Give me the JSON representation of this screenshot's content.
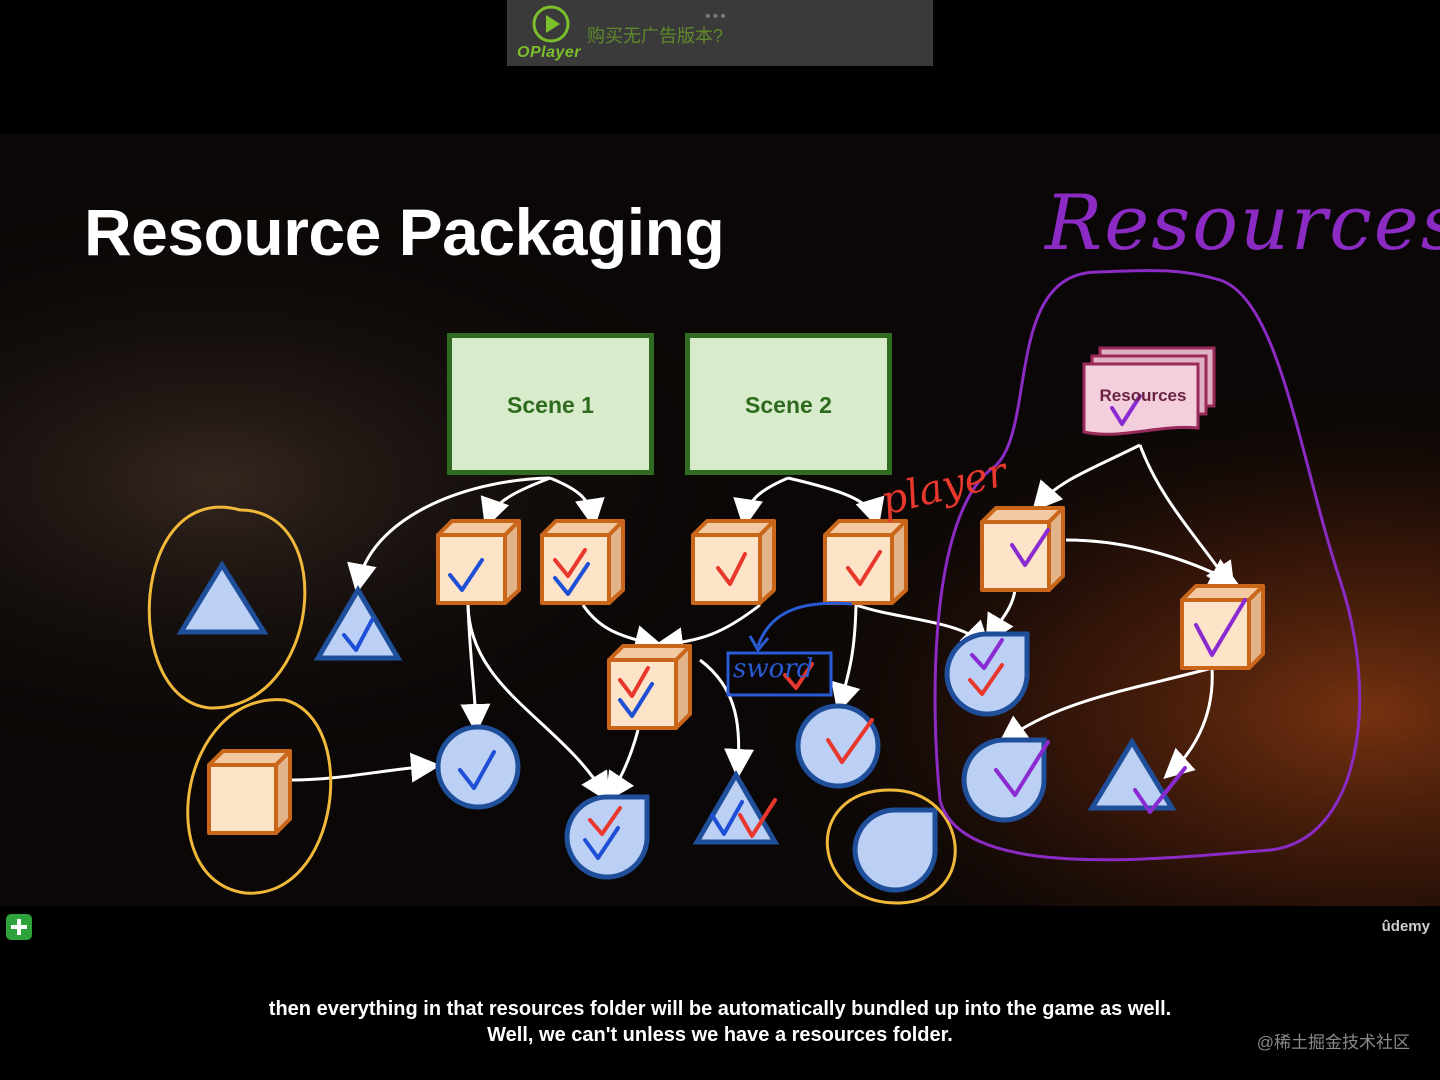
{
  "ad": {
    "brand": "OPlayer",
    "text": "购买无广告版本?",
    "dots": "•••"
  },
  "slide": {
    "title": "Resource Packaging",
    "scene1_label": "Scene 1",
    "scene2_label": "Scene 2",
    "resources_folder_label": "Resources",
    "annotations": {
      "resources_heading": "Resources",
      "player_label": "player",
      "sword_label": "sword"
    },
    "colors": {
      "scene_fill": "#d8eccb",
      "scene_border": "#2f6b21",
      "box_fill": "#fde3c8",
      "box_border": "#c9661a",
      "shape_fill": "#bcd0f5",
      "shape_border": "#1f4f9a",
      "check_blue": "#1f4fd6",
      "check_red": "#e8382d",
      "check_purple": "#8a2bd1",
      "circle_yellow": "#f0b93a",
      "circle_purple": "#8b2bc4"
    }
  },
  "brand_logo": "ûdemy",
  "captions": {
    "line1": "then everything in that resources folder will be automatically bundled up into the game as well.",
    "line2": "Well, we can't unless we have a resources folder."
  },
  "watermark": "@稀土掘金技术社区"
}
